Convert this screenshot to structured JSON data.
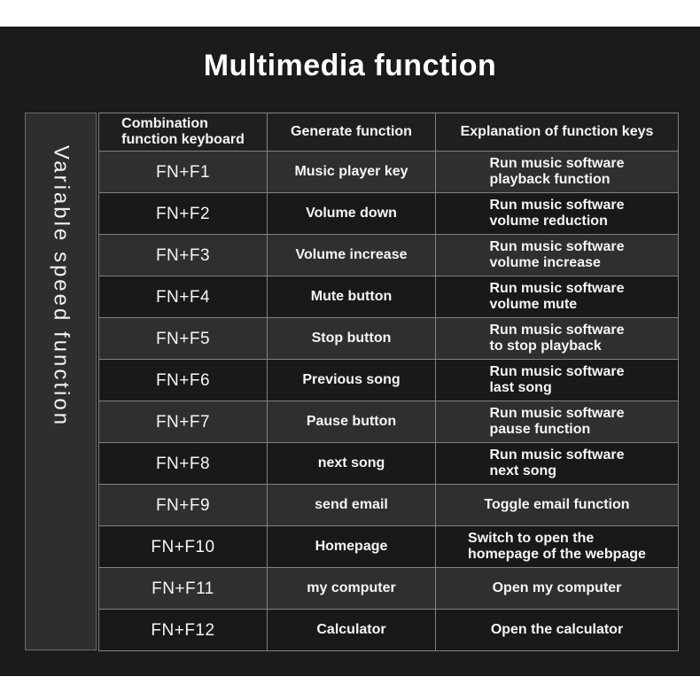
{
  "page": {
    "title": "Multimedia function"
  },
  "sidebar": {
    "label": "Variable speed function"
  },
  "table": {
    "headers": [
      "Combination\nfunction keyboard",
      "Generate function",
      "Explanation of function keys"
    ],
    "rows": [
      {
        "key": "FN+F1",
        "function": "Music player key",
        "explanation": "Run music software\nplayback function"
      },
      {
        "key": "FN+F2",
        "function": "Volume down",
        "explanation": "Run music software\nvolume reduction"
      },
      {
        "key": "FN+F3",
        "function": "Volume increase",
        "explanation": "Run music software\nvolume increase"
      },
      {
        "key": "FN+F4",
        "function": "Mute button",
        "explanation": "Run music software\nvolume mute"
      },
      {
        "key": "FN+F5",
        "function": "Stop button",
        "explanation": "Run music software\nto stop playback"
      },
      {
        "key": "FN+F6",
        "function": "Previous song",
        "explanation": "Run music software\nlast song"
      },
      {
        "key": "FN+F7",
        "function": "Pause button",
        "explanation": "Run music software\npause function"
      },
      {
        "key": "FN+F8",
        "function": "next song",
        "explanation": "Run music software\nnext song"
      },
      {
        "key": "FN+F9",
        "function": "send email",
        "explanation": "Toggle email function"
      },
      {
        "key": "FN+F10",
        "function": "Homepage",
        "explanation": "Switch to open the\nhomepage of the webpage"
      },
      {
        "key": "FN+F11",
        "function": "my computer",
        "explanation": "Open my computer"
      },
      {
        "key": "FN+F12",
        "function": "Calculator",
        "explanation": "Open the calculator"
      }
    ]
  },
  "colors": {
    "background": "#1b1b1b",
    "header_bg": "#1f1f1f",
    "row_light": "#2f2f2f",
    "row_dark": "#191919",
    "sidebar_bg": "#2e2e2c",
    "border": "#82827b",
    "text": "#f5f5f3",
    "title_text": "#ffffff",
    "band": "#ffffff"
  }
}
